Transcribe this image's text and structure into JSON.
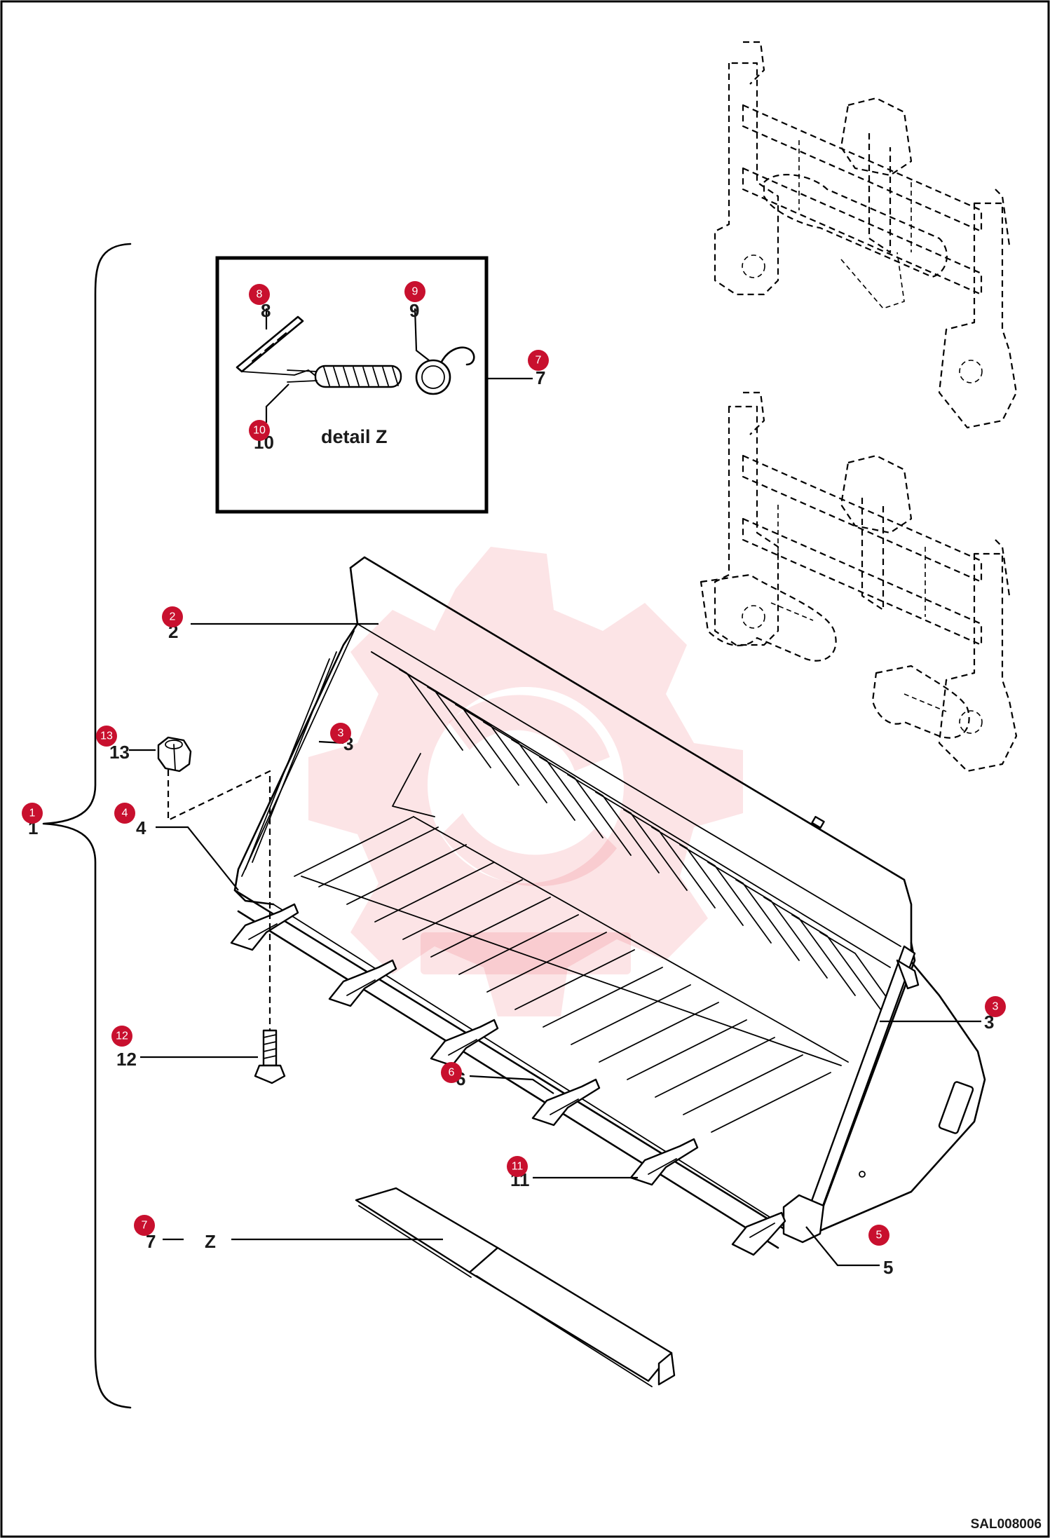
{
  "drawing_code": "SAL008006",
  "detail_caption": "detail Z",
  "view_marker": "Z",
  "callouts": [
    {
      "id": "c1",
      "number": "1",
      "label": "1"
    },
    {
      "id": "c2",
      "number": "2",
      "label": "2"
    },
    {
      "id": "c3a",
      "number": "3",
      "label": "3"
    },
    {
      "id": "c3b",
      "number": "3",
      "label": "3"
    },
    {
      "id": "c4",
      "number": "4",
      "label": "4"
    },
    {
      "id": "c5",
      "number": "5",
      "label": "5"
    },
    {
      "id": "c6",
      "number": "6",
      "label": "6"
    },
    {
      "id": "c7a",
      "number": "7",
      "label": "7"
    },
    {
      "id": "c7b",
      "number": "7",
      "label": "7"
    },
    {
      "id": "c8",
      "number": "8",
      "label": "8"
    },
    {
      "id": "c9",
      "number": "9",
      "label": "9"
    },
    {
      "id": "c10",
      "number": "10",
      "label": "10"
    },
    {
      "id": "c11",
      "number": "11",
      "label": "11"
    },
    {
      "id": "c12",
      "number": "12",
      "label": "12"
    },
    {
      "id": "c13",
      "number": "13",
      "label": "13"
    }
  ],
  "colors": {
    "badge": "#c8102e",
    "watermark": "#e8303a",
    "line": "#000000"
  },
  "icons": {
    "watermark": "gear-wrench-watermark-icon"
  }
}
